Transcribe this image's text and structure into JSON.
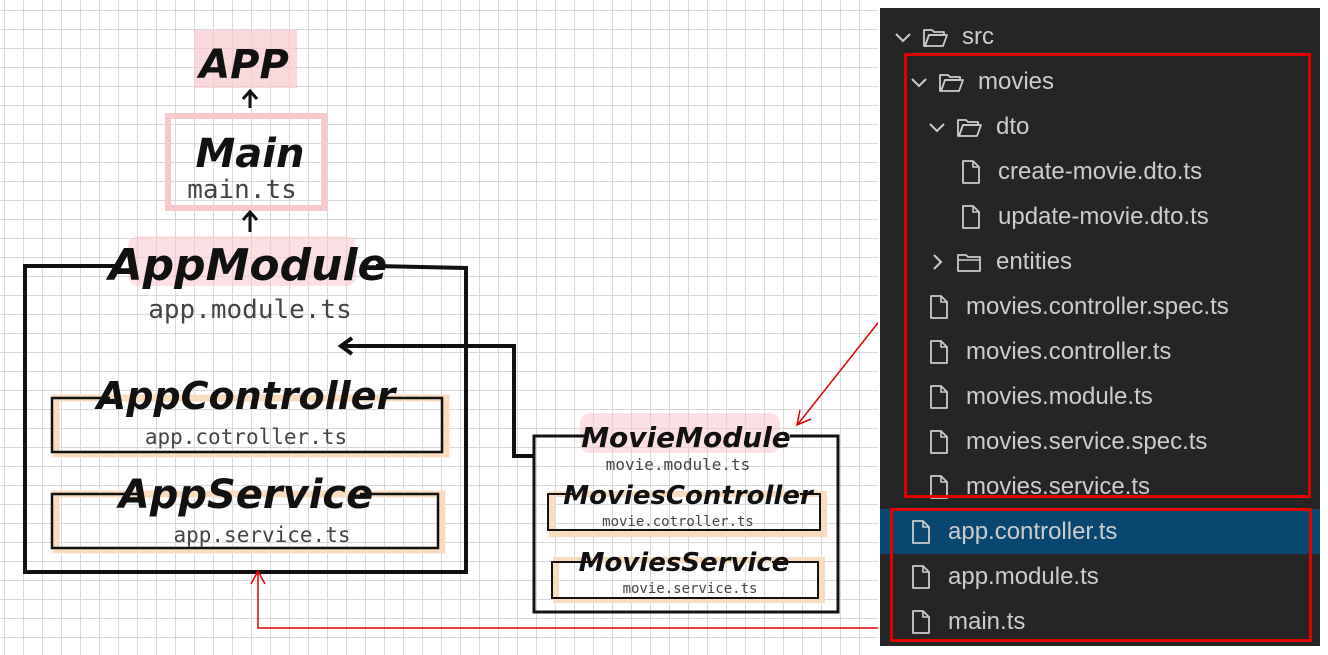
{
  "diagram": {
    "app": {
      "title": "APP"
    },
    "main": {
      "title": "Main",
      "file": "main.ts"
    },
    "app_module": {
      "title": "AppModule",
      "file": "app.module.ts",
      "controller": {
        "title": "AppController",
        "file": "app.cotroller.ts"
      },
      "service": {
        "title": "AppService",
        "file": "app.service.ts"
      }
    },
    "movie_module": {
      "title": "MovieModule",
      "file": "movie.module.ts",
      "controller": {
        "title": "MoviesController",
        "file": "movie.cotroller.ts"
      },
      "service": {
        "title": "MoviesService",
        "file": "movie.service.ts"
      }
    },
    "colors": {
      "highlight_pink": "#f7c9cc",
      "highlight_peach": "#f8dcc0",
      "ink": "#111111",
      "arrow_red": "#e00000"
    }
  },
  "explorer": {
    "items": [
      {
        "label": "src",
        "type": "folder",
        "expanded": true,
        "depth": 0
      },
      {
        "label": "movies",
        "type": "folder",
        "expanded": true,
        "depth": 1
      },
      {
        "label": "dto",
        "type": "folder",
        "expanded": true,
        "depth": 2
      },
      {
        "label": "create-movie.dto.ts",
        "type": "file",
        "depth": 3
      },
      {
        "label": "update-movie.dto.ts",
        "type": "file",
        "depth": 3
      },
      {
        "label": "entities",
        "type": "folder",
        "expanded": false,
        "depth": 2
      },
      {
        "label": "movies.controller.spec.ts",
        "type": "file",
        "depth": 2
      },
      {
        "label": "movies.controller.ts",
        "type": "file",
        "depth": 2
      },
      {
        "label": "movies.module.ts",
        "type": "file",
        "depth": 2
      },
      {
        "label": "movies.service.spec.ts",
        "type": "file",
        "depth": 2
      },
      {
        "label": "movies.service.ts",
        "type": "file",
        "depth": 2
      },
      {
        "label": "app.controller.ts",
        "type": "file",
        "depth": 1,
        "selected": true
      },
      {
        "label": "app.module.ts",
        "type": "file",
        "depth": 1
      },
      {
        "label": "main.ts",
        "type": "file",
        "depth": 1
      }
    ],
    "colors": {
      "background": "#252526",
      "text": "#cccccc",
      "selected": "#094771",
      "highlight_box": "#e00000"
    }
  }
}
